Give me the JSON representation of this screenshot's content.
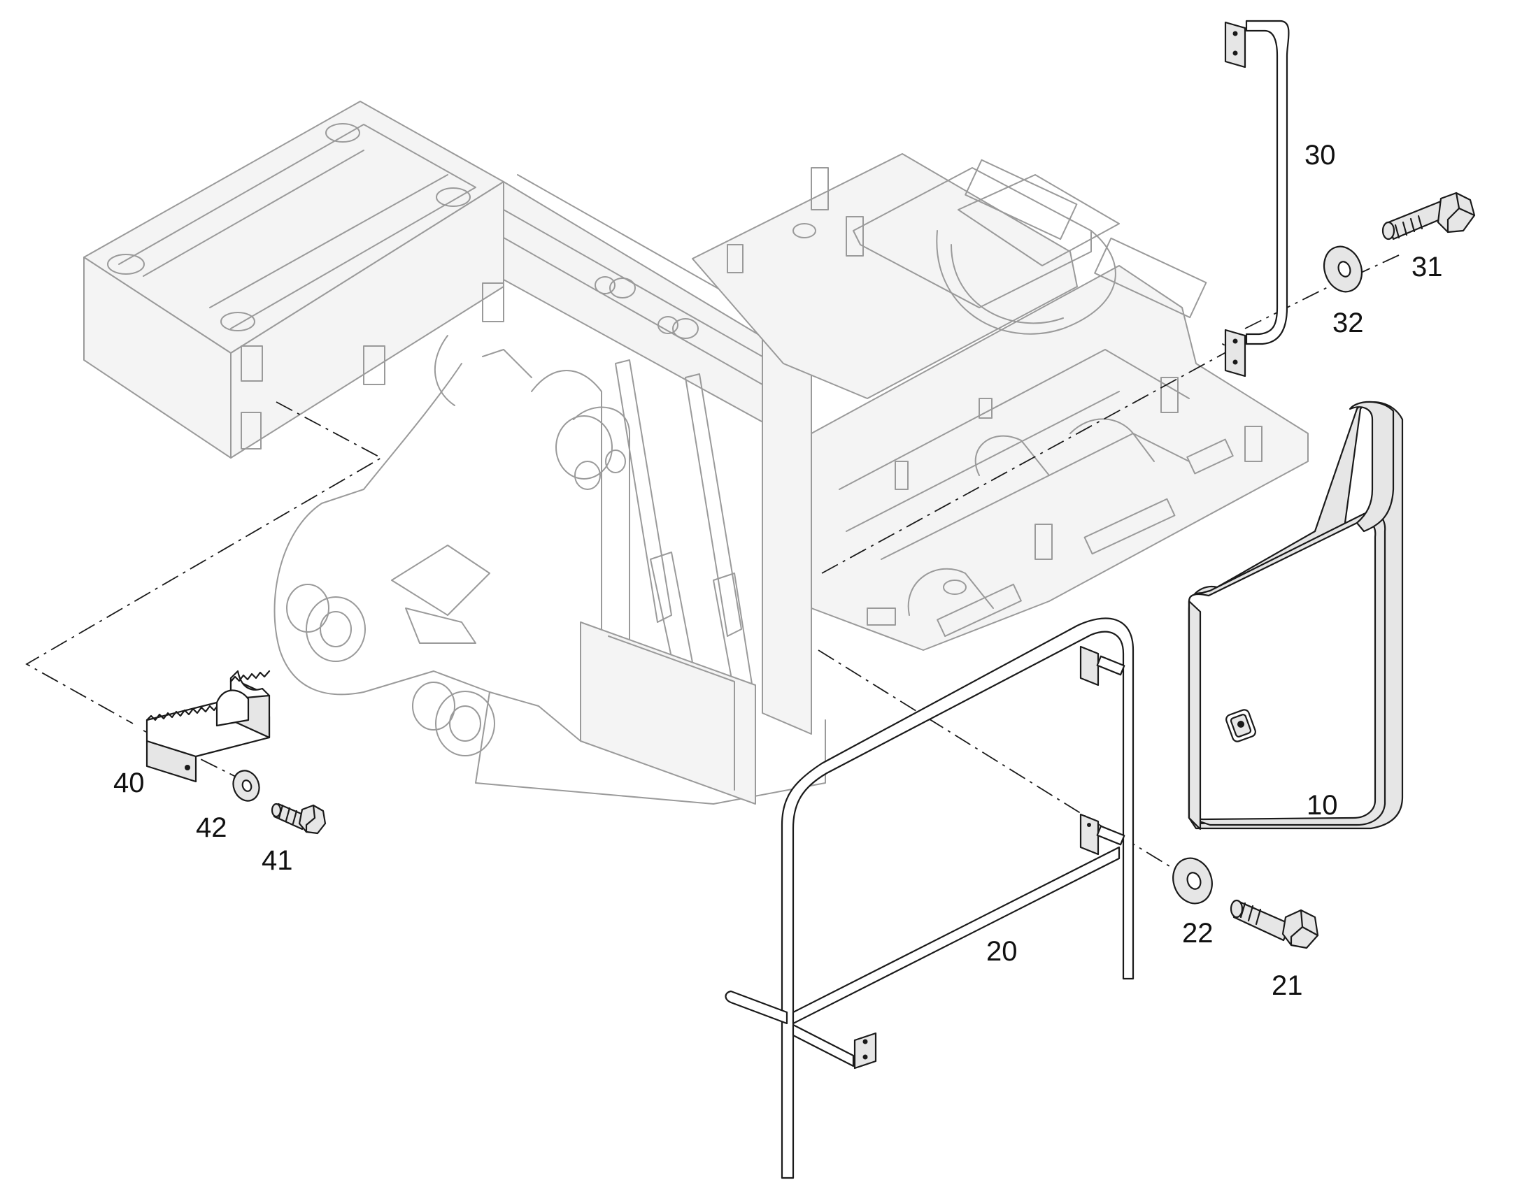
{
  "colors": {
    "line": "#1a1a1a",
    "ghost": "#9a9a9a",
    "fill": "#e6e6e6",
    "background": "#ffffff"
  },
  "callouts": {
    "p10": "10",
    "p20": "20",
    "p21": "21",
    "p22": "22",
    "p30": "30",
    "p31": "31",
    "p32": "32",
    "p40": "40",
    "p41": "41",
    "p42": "42"
  },
  "parts": {
    "frame": "machine-frame",
    "counterweight_box": "counterweight-box",
    "panel": "side-panel-10",
    "guard_rail": "guard-rail-20",
    "handrail": "handrail-30",
    "step": "step-40",
    "door_icon": "latch-icon"
  }
}
